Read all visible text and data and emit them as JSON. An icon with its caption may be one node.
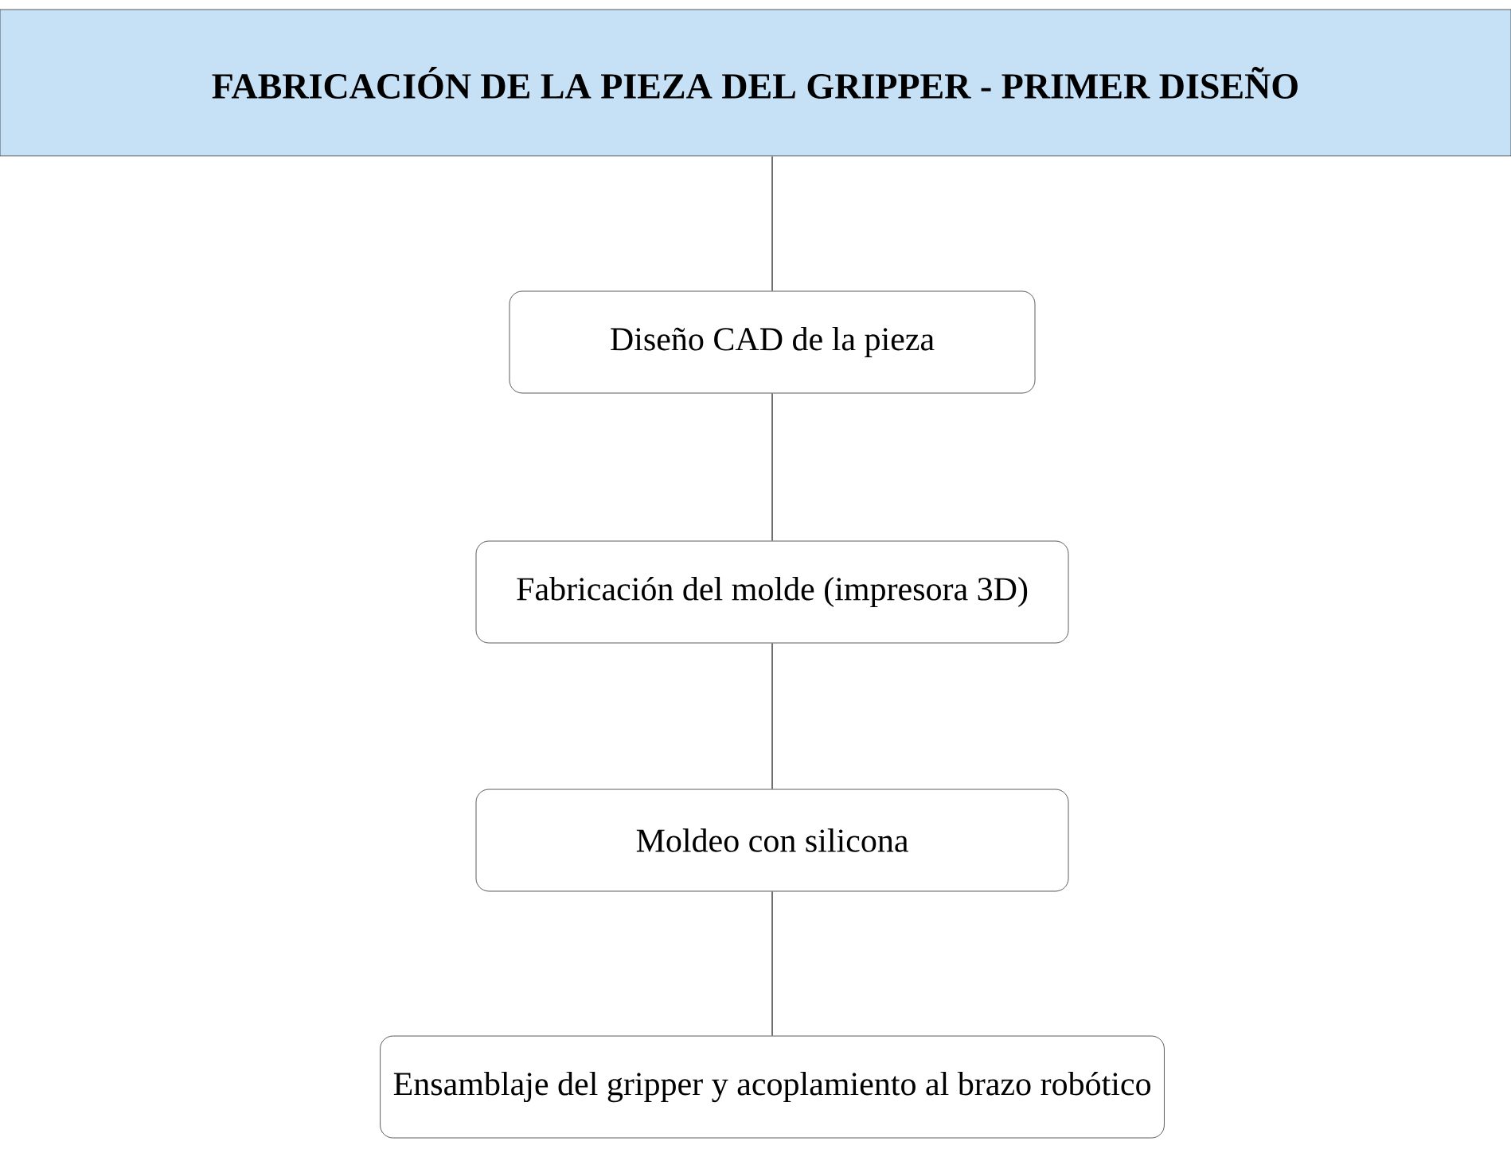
{
  "diagram": {
    "nodes": [
      {
        "text": [
          "FABRICACIÓN DE LA PIEZA DEL GRIPPER - PRIMER DISEÑO"
        ]
      },
      {
        "text": [
          "Diseño CAD de la pieza"
        ]
      },
      {
        "text": [
          "Fabricación del molde (impresora 3D)"
        ]
      },
      {
        "text": [
          "Moldeo con silicona"
        ]
      },
      {
        "text": [
          "Ensamblaje del gripper y acoplamiento al brazo robótico"
        ]
      }
    ],
    "edges": [
      {
        "from": 0,
        "to": 1,
        "arrow": "none"
      },
      {
        "from": 1,
        "to": 2,
        "arrow": "none"
      },
      {
        "from": 2,
        "to": 3,
        "arrow": "none"
      },
      {
        "from": 3,
        "to": 4,
        "arrow": "none"
      }
    ]
  }
}
